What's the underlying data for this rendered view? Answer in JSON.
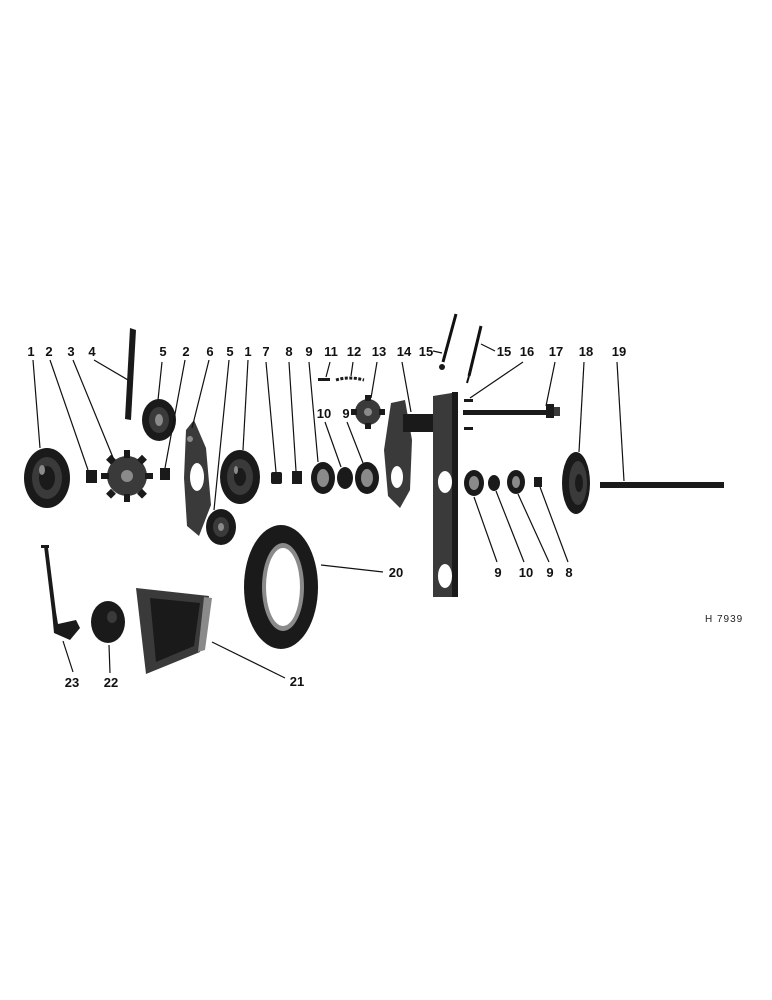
{
  "diagram": {
    "callouts": {
      "c1a": "1",
      "c2a": "2",
      "c3": "3",
      "c4": "4",
      "c5a": "5",
      "c2b": "2",
      "c6": "6",
      "c5b": "5",
      "c1b": "1",
      "c7": "7",
      "c8a": "8",
      "c9a": "9",
      "c10a": "10",
      "c9b": "9",
      "c11": "11",
      "c12": "12",
      "c13": "13",
      "c14": "14",
      "c15a": "15",
      "c15b": "15",
      "c16": "16",
      "c17": "17",
      "c18": "18",
      "c19": "19",
      "c9c": "9",
      "c10b": "10",
      "c9d": "9",
      "c8b": "8",
      "c20": "20",
      "c21": "21",
      "c22": "22",
      "c23": "23"
    },
    "figure_code": "H 7939"
  }
}
